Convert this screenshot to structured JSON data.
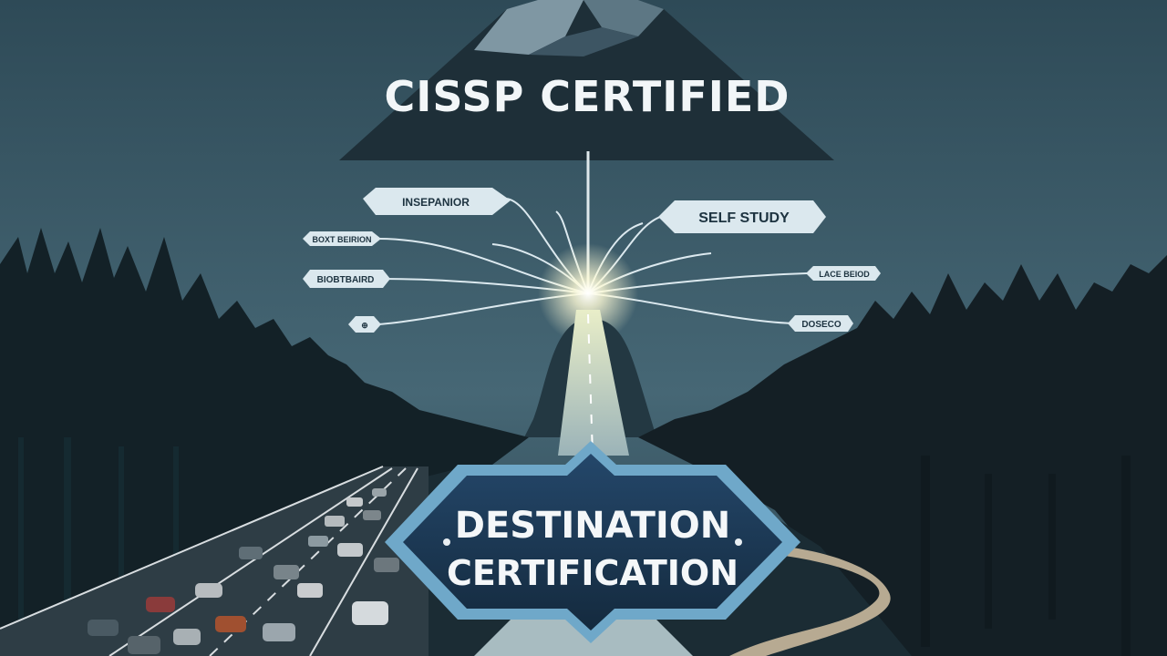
{
  "scene": {
    "headline": "CISSP CERTIFIED",
    "sign_line1": "DESTINATION",
    "sign_line2": "CERTIFICATION"
  },
  "path_labels": {
    "left": [
      "INSEPANIOR",
      "BOXT BEIRION",
      "BIOBTBAIRD",
      "⊕"
    ],
    "right": [
      "SELF STUDY",
      "LACE BEIOD",
      "DOSECO"
    ]
  },
  "colors": {
    "sky_top": "#33505d",
    "sky_bottom": "#3f5e6c",
    "mountain": "#1f313b",
    "sign_fill": "#1d3a55",
    "sign_border": "#6fa8c9",
    "pill_fill": "#dbe8ee",
    "glow": "#ffffe0"
  }
}
